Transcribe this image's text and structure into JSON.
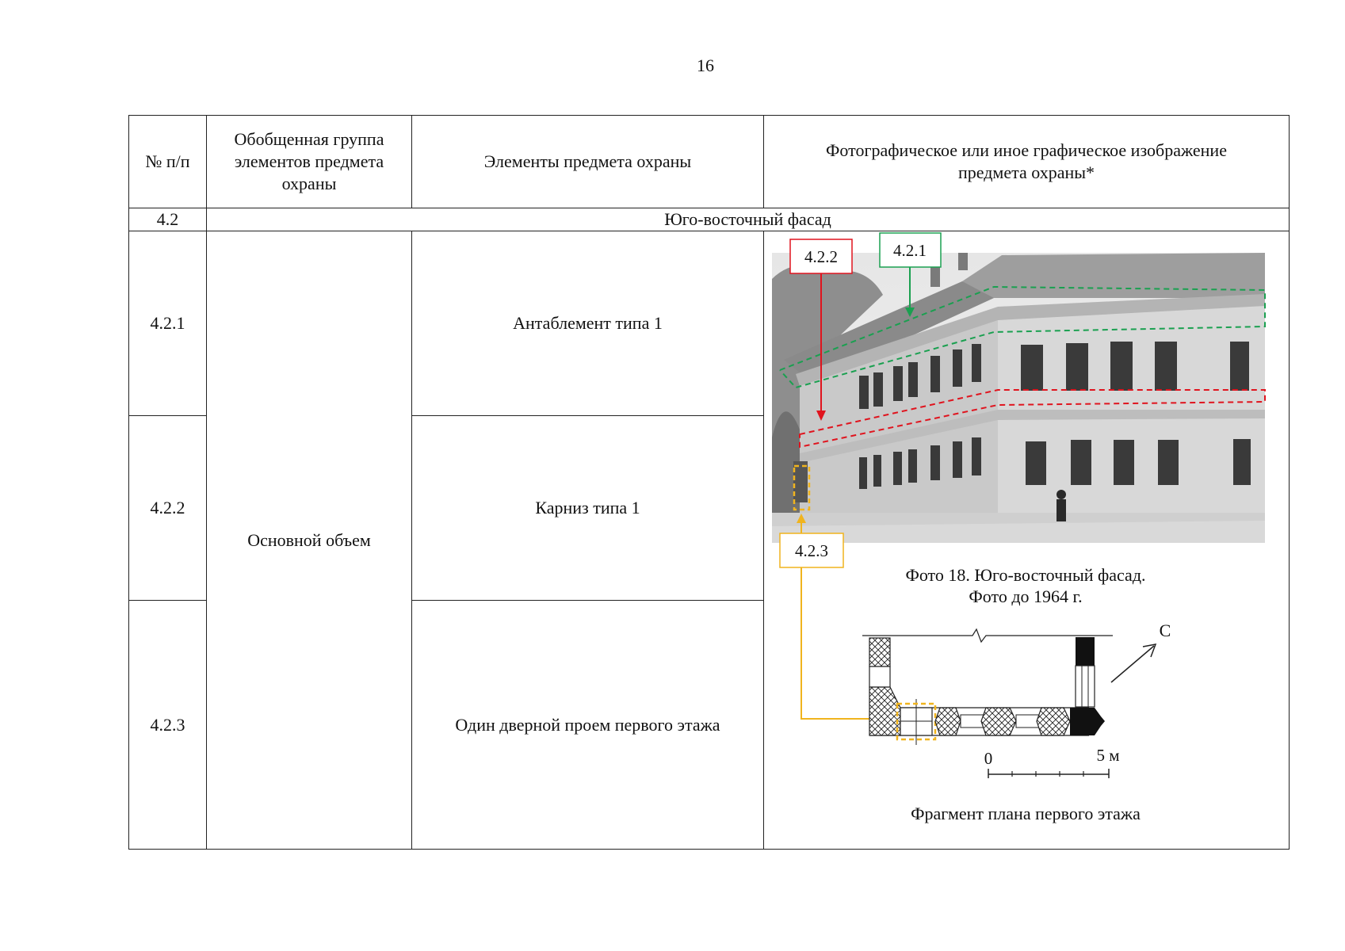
{
  "page": {
    "number": "16"
  },
  "table": {
    "headers": {
      "number": "№ п/п",
      "group": "Обобщенная группа элементов предмета охраны",
      "elements": "Элементы предмета охраны",
      "image": "Фотографическое или иное графическое изображение предмета охраны*"
    },
    "section": {
      "number": "4.2",
      "title": "Юго-восточный фасад"
    },
    "group_name": "Основной объем",
    "rows": [
      {
        "number": "4.2.1",
        "element": "Антаблемент типа 1"
      },
      {
        "number": "4.2.2",
        "element": "Карниз типа 1"
      },
      {
        "number": "4.2.3",
        "element": "Один дверной проем первого этажа"
      }
    ]
  },
  "figure": {
    "callouts": [
      {
        "label": "4.2.1",
        "color": "#1aa050"
      },
      {
        "label": "4.2.2",
        "color": "#e0141e"
      },
      {
        "label": "4.2.3",
        "color": "#f0b41e"
      }
    ],
    "photo_caption_line1": "Фото 18. Юго-восточный фасад.",
    "photo_caption_line2": "Фото до 1964 г.",
    "north_label": "С",
    "scale_start": "0",
    "scale_end": "5 м",
    "plan_caption": "Фрагмент плана первого этажа"
  }
}
